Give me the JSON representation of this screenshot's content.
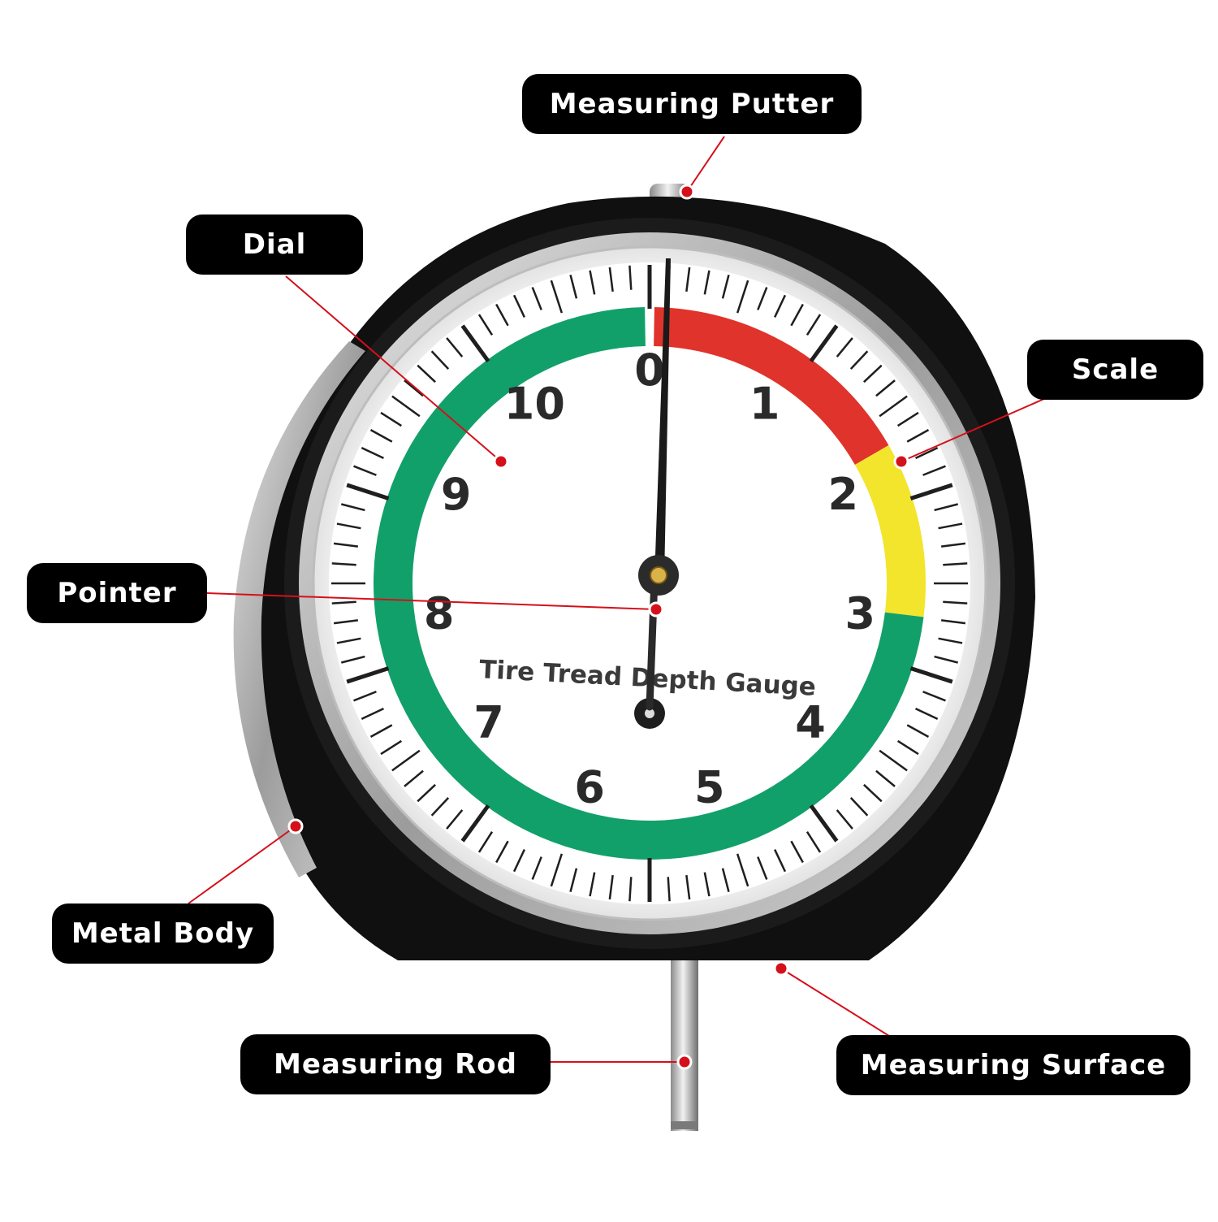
{
  "callouts": {
    "measuring_putter": "Measuring Putter",
    "dial": "Dial",
    "scale": "Scale",
    "pointer": "Pointer",
    "metal_body": "Metal Body",
    "measuring_rod": "Measuring Rod",
    "measuring_surface": "Measuring Surface"
  },
  "gauge": {
    "face_text": "Tire Tread Depth Gauge",
    "numbers": [
      "0",
      "1",
      "2",
      "3",
      "4",
      "5",
      "6",
      "7",
      "8",
      "9",
      "10"
    ],
    "pointer_reading": 0,
    "zones": [
      {
        "name": "red",
        "color": "#e0332b"
      },
      {
        "name": "yellow",
        "color": "#f2e52c"
      },
      {
        "name": "green",
        "color": "#12a06a"
      }
    ]
  },
  "colors": {
    "callout_bg": "#000000",
    "callout_text": "#ffffff",
    "leader_line": "#d4101b",
    "body": "#0f0f0f",
    "rim": "#c9c9c9"
  }
}
